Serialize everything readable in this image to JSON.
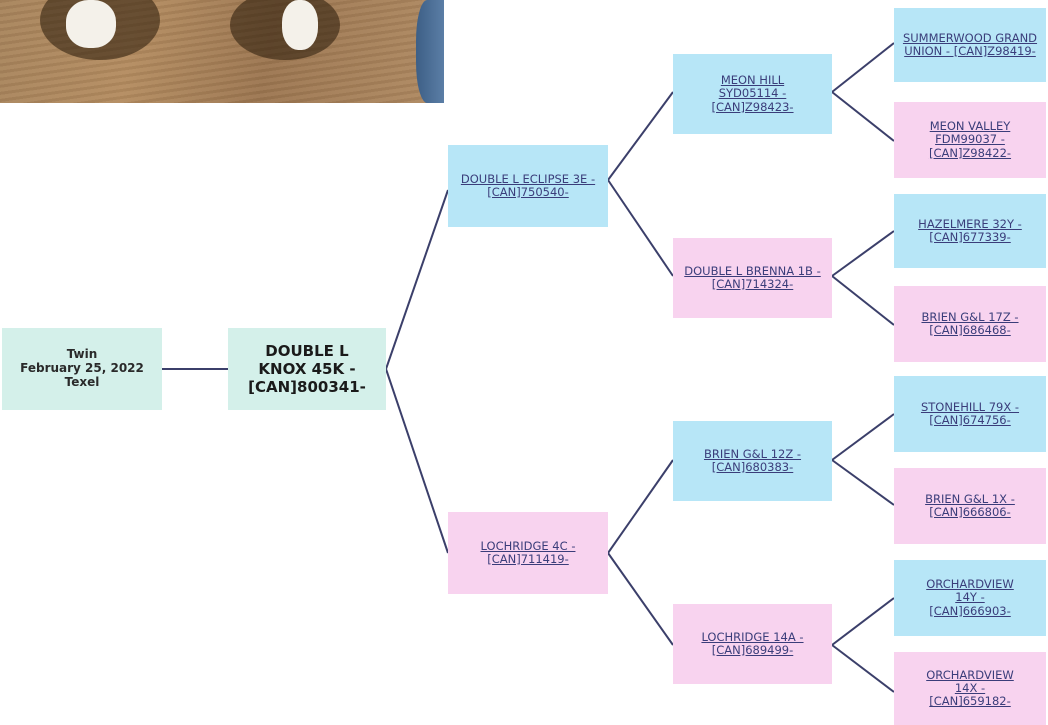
{
  "subject": {
    "birth_type": "Twin",
    "birth_date": "February 25, 2022",
    "breed": "Texel",
    "name": "DOUBLE L KNOX 45K - [CAN]800341-"
  },
  "generation1": {
    "sire": "DOUBLE L ECLIPSE 3E -[CAN]750540-",
    "dam": "LOCHRIDGE 4C - [CAN]711419-"
  },
  "generation2": {
    "sire_sire": "MEON HILL SYD05114 - [CAN]Z98423-",
    "sire_dam": "DOUBLE L BRENNA 1B -[CAN]714324-",
    "dam_sire": "BRIEN G&L 12Z - [CAN]680383-",
    "dam_dam": "LOCHRIDGE 14A - [CAN]689499-"
  },
  "generation3": {
    "sss": "SUMMERWOOD GRAND UNION - [CAN]Z98419-",
    "ssd": "MEON VALLEY FDM99037 - [CAN]Z98422-",
    "sds": "HAZELMERE 32Y - [CAN]677339-",
    "sdd": "BRIEN G&L 17Z - [CAN]686468-",
    "dss": "STONEHILL 79X - [CAN]674756-",
    "dsd": "BRIEN G&L 1X - [CAN]666806-",
    "dds": "ORCHARDVIEW 14Y - [CAN]666903-",
    "ddd": "ORCHARDVIEW 14X - [CAN]659182-"
  },
  "colors": {
    "male": "#b7e6f7",
    "female": "#f8d3ef",
    "subject": "#d4f0ea",
    "link": "#3a3d7a",
    "connector": "#3b3f6a"
  }
}
